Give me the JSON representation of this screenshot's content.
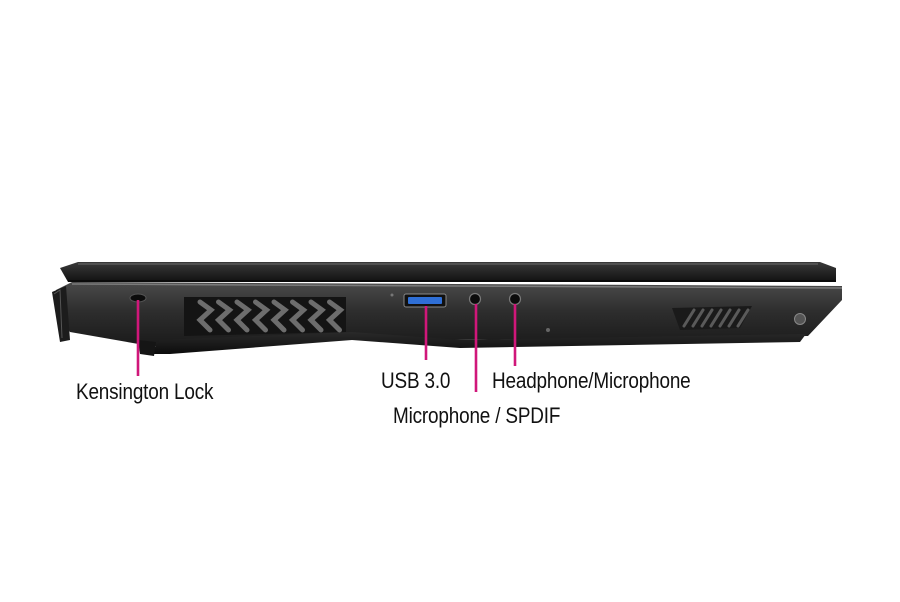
{
  "photo": {
    "subject": "laptop-left-side-ports",
    "background_color": "#ffffff",
    "chassis_color": "#2b2b2b",
    "leader_color": "#d0177a",
    "usb_port_color": "#2f6fd6"
  },
  "callouts": {
    "kensington_lock": "Kensington Lock",
    "usb_3_0": "USB 3.0",
    "microphone_spdif": "Microphone / SPDIF",
    "headphone_microphone": "Headphone/Microphone"
  }
}
